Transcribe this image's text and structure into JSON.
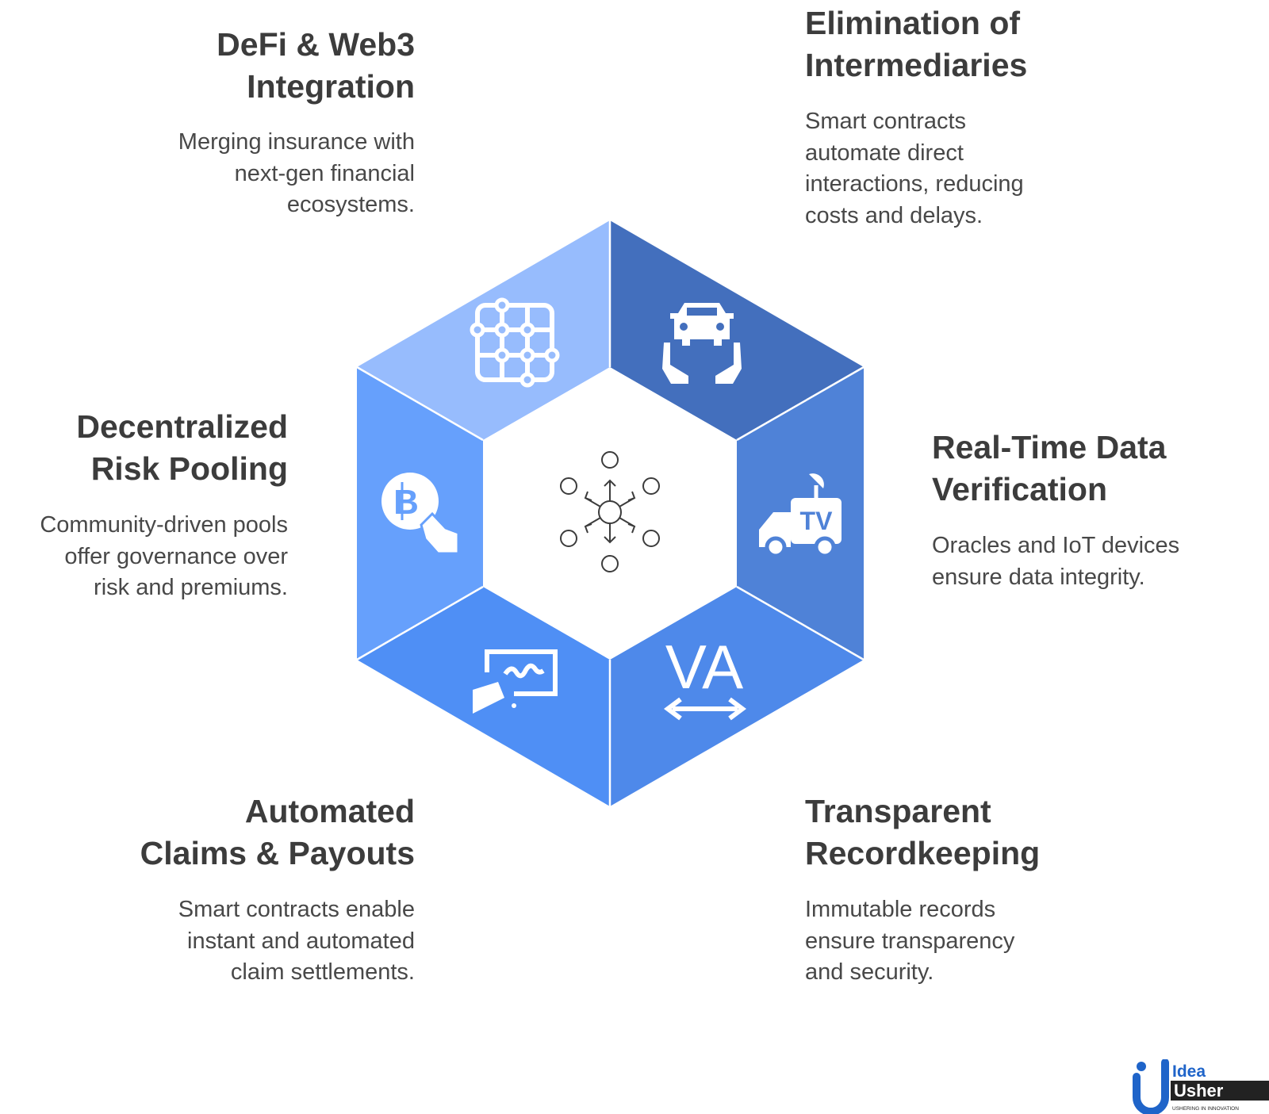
{
  "segments": [
    {
      "id": "defi",
      "title_lines": [
        "DeFi & Web3",
        "Integration"
      ],
      "desc_lines": [
        "Merging insurance with",
        "next-gen financial",
        "ecosystems."
      ],
      "color": "#97bcfd",
      "icon": "blockchain-grid-icon"
    },
    {
      "id": "intermediaries",
      "title_lines": [
        "Elimination of",
        "Intermediaries"
      ],
      "desc_lines": [
        "Smart contracts",
        "automate direct",
        "interactions, reducing",
        "costs and delays."
      ],
      "color": "#436fbd",
      "icon": "car-insurance-hands-icon"
    },
    {
      "id": "realtime",
      "title_lines": [
        "Real-Time Data",
        "Verification"
      ],
      "desc_lines": [
        "Oracles and IoT devices",
        "ensure data integrity."
      ],
      "color": "#4f82d7",
      "icon": "tv-broadcast-truck-icon"
    },
    {
      "id": "recordkeeping",
      "title_lines": [
        "Transparent",
        "Recordkeeping"
      ],
      "desc_lines": [
        "Immutable records",
        "ensure transparency",
        "and security."
      ],
      "color": "#4e89ea",
      "icon": "va-width-arrow-icon"
    },
    {
      "id": "claims",
      "title_lines": [
        "Automated",
        "Claims & Payouts"
      ],
      "desc_lines": [
        "Smart contracts enable",
        "instant and automated",
        "claim settlements."
      ],
      "color": "#4f8ff5",
      "icon": "digital-signature-icon"
    },
    {
      "id": "pooling",
      "title_lines": [
        "Decentralized",
        "Risk Pooling"
      ],
      "desc_lines": [
        "Community-driven pools",
        "offer governance over",
        "risk and premiums."
      ],
      "color": "#66a0fc",
      "icon": "bitcoin-hand-icon"
    }
  ],
  "center_icon": "decentralized-network-icon",
  "logo": {
    "line1": "Idea",
    "line2": "Usher",
    "tagline": "USHERING IN INNOVATION",
    "accent": "#1f64c9"
  }
}
